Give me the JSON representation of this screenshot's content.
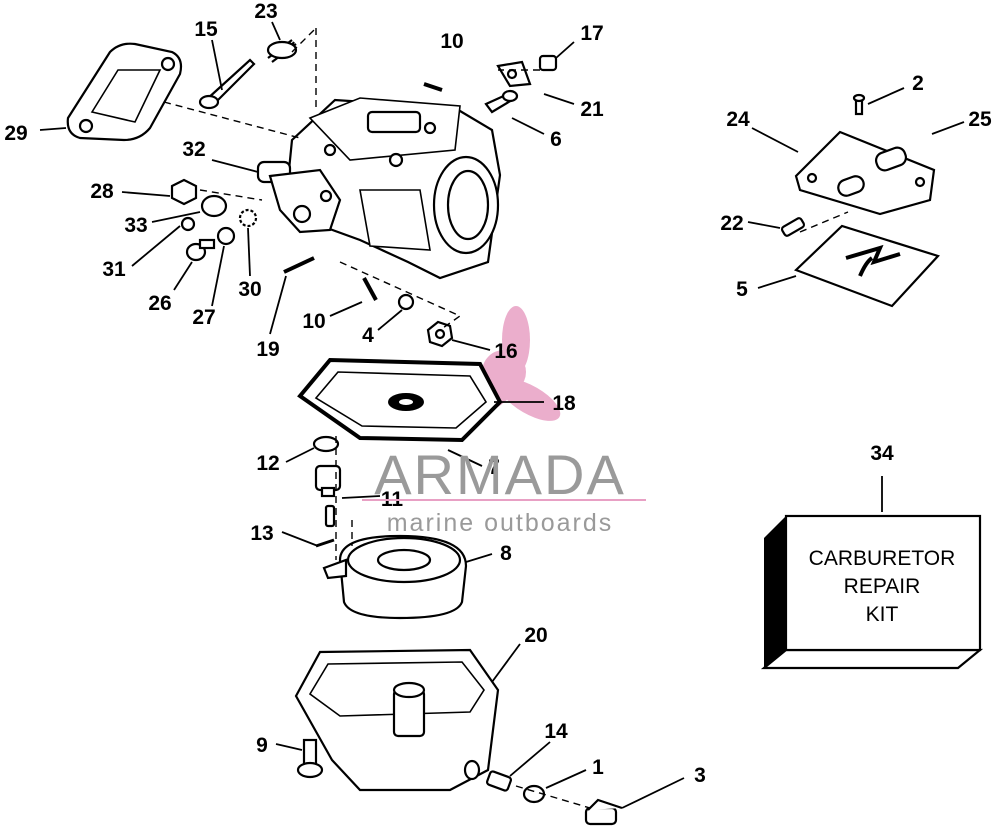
{
  "labels": {
    "l1": "1",
    "l2": "2",
    "l3": "3",
    "l4": "4",
    "l5": "5",
    "l6": "6",
    "l7": "7",
    "l8": "8",
    "l9": "9",
    "l10a": "10",
    "l10b": "10",
    "l11": "11",
    "l12": "12",
    "l13": "13",
    "l14": "14",
    "l15": "15",
    "l16": "16",
    "l17": "17",
    "l18": "18",
    "l19": "19",
    "l20": "20",
    "l21": "21",
    "l22": "22",
    "l23": "23",
    "l24": "24",
    "l25": "25",
    "l26": "26",
    "l27": "27",
    "l28": "28",
    "l29": "29",
    "l30": "30",
    "l31": "31",
    "l32": "32",
    "l33": "33",
    "l34": "34"
  },
  "kit_box": {
    "line1": "CARBURETOR",
    "line2": "REPAIR",
    "line3": "KIT"
  },
  "watermark": {
    "brand": "ARMADA",
    "tagline": "marine outboards"
  },
  "colors": {
    "ink": "#000000",
    "watermark_pink": "#e8a0c4",
    "watermark_gray": "#9a9a9a"
  }
}
